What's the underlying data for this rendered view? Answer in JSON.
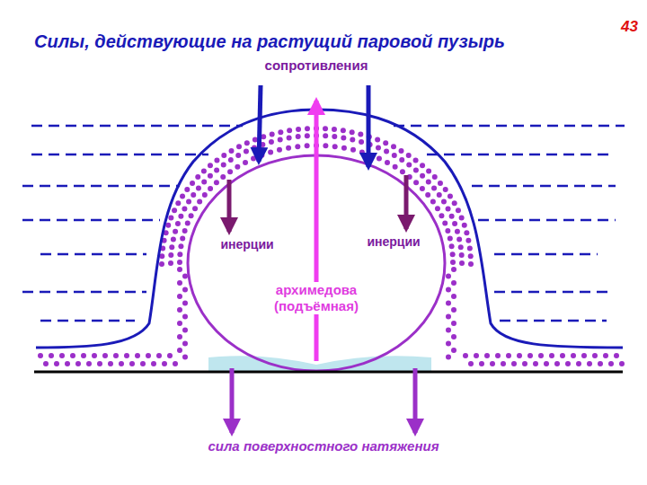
{
  "diagram": {
    "title": "Силы, действующие на растущий паровой пузырь",
    "labels": [
      "43",
      "сопротивления",
      "инерции",
      "инерции",
      "архимедова (подъёмная)",
      "сила поверхностного натяжения"
    ]
  }
}
